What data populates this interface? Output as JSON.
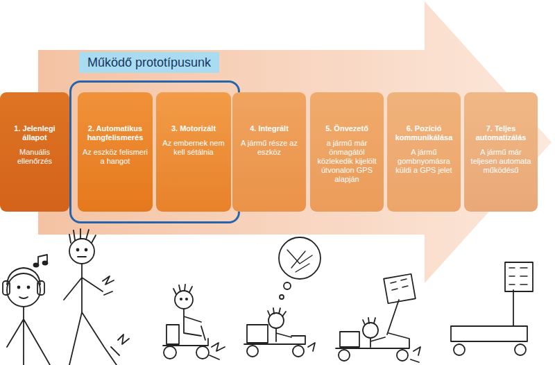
{
  "diagram": {
    "nodes": [
      {
        "text": [
          "1. Jelenlegi állapot",
          "Manuális ellenőrzés"
        ]
      },
      {
        "text": [
          "Működő prototípusunk"
        ]
      },
      {
        "text": [
          "2. Automatikus hangfelismerés",
          "Az eszköz felismeri a hangot"
        ],
        "in": 1
      },
      {
        "text": [
          "3. Motorizált",
          "Az embernek nem kell sétálnia"
        ],
        "in": 1
      },
      {
        "text": [
          "4. Integrált",
          "A jármű része az eszköz"
        ]
      },
      {
        "text": [
          "5. Önvezető",
          "a jármű már önmagától közlekedik kijelölt útvonalon GPS alapján"
        ]
      },
      {
        "text": [
          "6. Pozíció kommunikálása",
          "A jármű gombnyomásra küldi a GPS jelet"
        ]
      },
      {
        "text": [
          "7. Teljes automatizálás",
          "A jármű már teljesen automata működésű"
        ]
      }
    ]
  }
}
